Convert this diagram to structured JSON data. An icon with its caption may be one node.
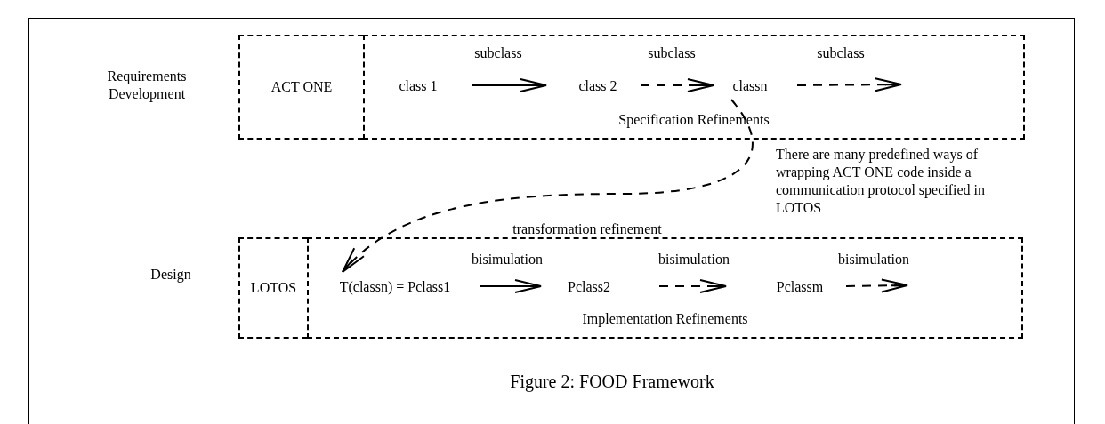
{
  "diagram": {
    "caption": "Figure 2: FOOD Framework",
    "nodes": [
      {
        "text": [
          "ACT ONE"
        ]
      },
      {
        "text": [
          "Specification Refinements"
        ]
      },
      {
        "text": [
          "class 1"
        ],
        "in": 1
      },
      {
        "text": [
          "class 2"
        ],
        "in": 1
      },
      {
        "text": [
          "classn"
        ],
        "in": 1
      },
      {
        "text": [
          "LOTOS"
        ]
      },
      {
        "text": [
          "Implementation Refinements"
        ]
      },
      {
        "text": [
          "T(classn) = Pclass1"
        ],
        "in": 6
      },
      {
        "text": [
          "Pclass2"
        ],
        "in": 6
      },
      {
        "text": [
          "Pclassm"
        ],
        "in": 6
      }
    ],
    "edges": [
      {
        "from": 2,
        "to": 3,
        "arrow": "to",
        "label": "subclass"
      },
      {
        "from": 3,
        "to": 4,
        "arrow": "to",
        "label": "subclass",
        "style": "dashed"
      },
      {
        "from": 4,
        "to": null,
        "arrow": "to",
        "label": "subclass",
        "style": "dashed"
      },
      {
        "from": 4,
        "to": 7,
        "arrow": "to",
        "label": "transformation refinement",
        "style": "dashed"
      },
      {
        "from": 7,
        "to": 8,
        "arrow": "to",
        "label": "bisimulation"
      },
      {
        "from": 8,
        "to": 9,
        "arrow": "to",
        "label": "bisimulation",
        "style": "dashed"
      },
      {
        "from": 9,
        "to": null,
        "arrow": "to",
        "label": "bisimulation",
        "style": "dashed"
      }
    ],
    "labels": [
      "Requirements Development",
      "Design",
      "There are many predefined ways of wrapping ACT ONE code inside a communication protocol specified in LOTOS"
    ]
  }
}
